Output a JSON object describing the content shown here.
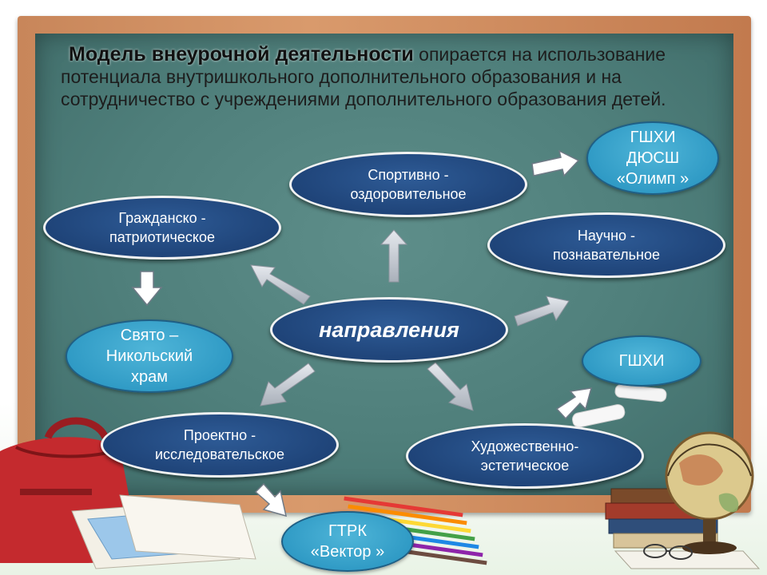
{
  "intro": {
    "lead": "Модель внеурочной деятельности",
    "rest": " опирается на использование потенциала внутришкольного дополнительного образования и на сотрудничество с учреждениями дополнительного образования детей."
  },
  "center": "направления",
  "directions": {
    "sport": "Спортивно - оздоровительное",
    "civic": "Гражданско - патриотическое",
    "science": "Научно - познавательное",
    "research": "Проектно - исследовательское",
    "art": "Художественно-эстетическое"
  },
  "partners": {
    "olimp": "ГШХИ ДЮСШ «Олимп »",
    "church": "Свято – Никольский храм",
    "gshkhi": "ГШХИ",
    "vector": "ГТРК «Вектор »"
  },
  "colors": {
    "board": "#4f7f7b",
    "frame": "#d99a6c",
    "dark_node": "#1f4479",
    "light_node": "#2e99c4",
    "arrow": "#c9ced6"
  }
}
